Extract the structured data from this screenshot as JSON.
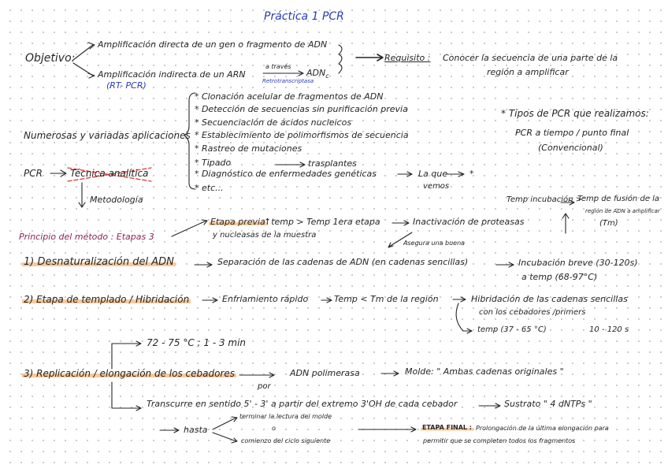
{
  "title": "Práctica 1 PCR",
  "objetivo": {
    "label": "Objetivo:",
    "directa": "Amplificación directa de un gen o fragmento de ADN",
    "indirecta": "Amplificación indirecta de un ARN",
    "a_traves": "a través",
    "retro": "Retrotranscriptasa",
    "adn_c": "ADN",
    "adn_c_sub": "c",
    "rt_pcr": "(RT- PCR)",
    "requisito_label": "Requisito :",
    "requisito_text_1": "Conocer la secuencia de una parte de la",
    "requisito_text_2": "región a amplificar"
  },
  "aplicaciones": {
    "label": "Numerosas y variadas aplicaciones",
    "items": [
      "* Clonación acelular de fragmentos de ADN",
      "* Detección de secuencias sin purificación previa",
      "* Secuenciación de ácidos nucleicos",
      "* Establecimiento de polimorfismos de secuencia",
      "* Rastreo de mutaciones",
      "* Tipado",
      "* Diagnóstico de enfermedades genéticas",
      "* etc..."
    ],
    "trasplantes": "trasplantes",
    "la_que": "La que",
    "vemos": "vemos",
    "star": "*"
  },
  "pcr_tecnica": {
    "pcr": "PCR",
    "tecnica": "Técnica analítica",
    "metodologia": "Metodología"
  },
  "tipos": {
    "title": "* Tipos de PCR que realizamos:",
    "line1": "PCR a tiempo / punto final",
    "line2": "(Convencional)"
  },
  "principio": {
    "label": "Principio del método : Etapas 3",
    "etapa_previa": "Etapa previa",
    "temp_up": "↑temp > Temp 1era etapa",
    "inactivacion": "Inactivación de proteasas",
    "nucleasas": "y nucleasas de la muestra",
    "asegura": "Asegura una buena",
    "temp_incubacion": "Temp incubación >",
    "temp_fusion": "Temp de fusión de la",
    "region_adn": "región de ADN a amplificar",
    "tm": "(Tm)"
  },
  "paso1": {
    "label": "1) Desnaturalización del ADN",
    "separacion": "Separación de las cadenas de ADN (en cadenas sencillas)",
    "incubacion": "Incubación breve (30-120s)",
    "a_temp": "a temp (68-97°C)"
  },
  "paso2": {
    "label": "2) Etapa de templado / Hibridación",
    "enfriamiento": "Enfriamiento rápido",
    "temp_tm": "Temp < Tm de la región",
    "hibridacion": "Hibridación de las cadenas sencillas",
    "cebadores": "con los cebadores /primers",
    "temp_37": "temp (37 - 65 °C)",
    "t_10": "10 - 120 s"
  },
  "extension": {
    "temp": "72 - 75 °C ; 1 - 3 min"
  },
  "paso3": {
    "label": "3) Replicación / elongación de los cebadores",
    "por": "por",
    "adn_pol": "ADN polimerasa",
    "molde": "Molde: \" Ambas cadenas originales \"",
    "transcurre": "Transcurre en sentido 5' - 3' a partir del extremo 3'OH de cada cebador",
    "sustrato": "Sustrato \" 4 dNTPs \"",
    "hasta": "hasta",
    "terminar": "terminar la lectura del molde",
    "o": "o",
    "comienzo": "comienzo del ciclo siguiente",
    "etapa_final_label": "ETAPA FINAL :",
    "etapa_final_1": "Prolongación de la última elongación para",
    "etapa_final_2": "permitir que se completen todos los fragmentos"
  }
}
